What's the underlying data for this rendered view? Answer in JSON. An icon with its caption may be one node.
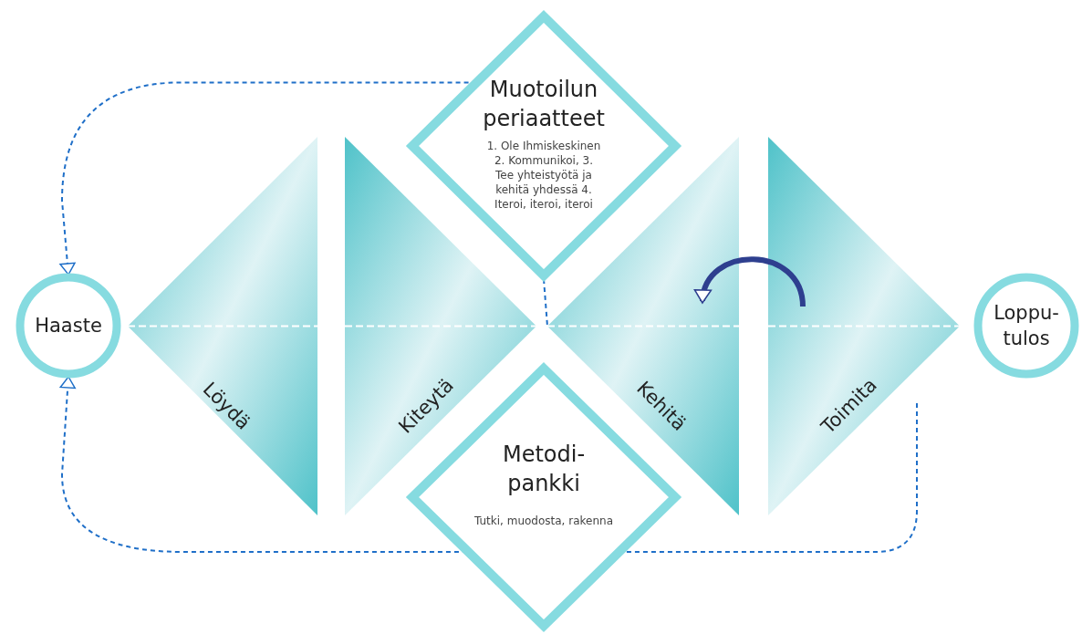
{
  "diagram": {
    "nodes": [
      {
        "text": [
          "Haaste"
        ]
      },
      {
        "text": [
          "Löydä"
        ]
      },
      {
        "text": [
          "Kiteytä"
        ]
      },
      {
        "text": [
          "Kehitä"
        ]
      },
      {
        "text": [
          "Toimita"
        ]
      },
      {
        "text": [
          "Loppu- tulos"
        ]
      },
      {
        "text": [
          "Muotoilun periaatteet",
          "1. Ole Ihmiskeskinen 2. Kommunikoi, 3. Tee yhteistyötä ja kehitä yhdessä 4. Iteroi, iteroi, iteroi"
        ]
      },
      {
        "text": [
          "Metodi- pankki",
          "Tutki, muodosta, rakenna"
        ]
      }
    ],
    "edges": [
      {
        "from": 6,
        "to": 0,
        "arrow": "to",
        "style": "dashed"
      },
      {
        "from": null,
        "to": 0,
        "arrow": "to",
        "style": "dashed"
      },
      {
        "from": 6,
        "to": 3,
        "arrow": "none",
        "style": "dashed"
      },
      {
        "from": 4,
        "to": 3,
        "arrow": "to",
        "style": "thick",
        "color": "#2e3f8f"
      }
    ]
  }
}
